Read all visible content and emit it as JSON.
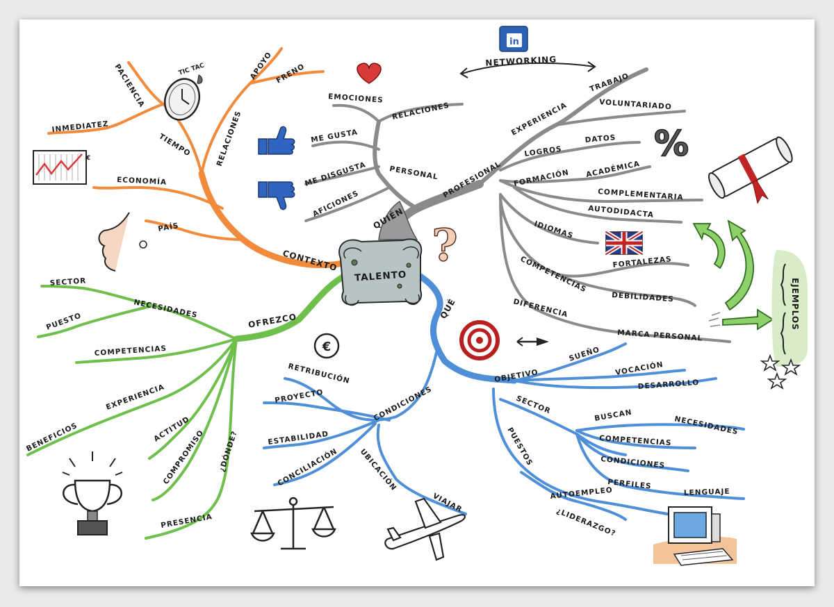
{
  "center": {
    "label": "TALENTO"
  },
  "colors": {
    "orange": "#f28a3c",
    "gray": "#8a8a8a",
    "green": "#6fbf4c",
    "blue": "#4f8fd8",
    "red": "#d93a3a"
  },
  "top": {
    "networking": "NETWORKING",
    "linkedin": "in"
  },
  "quien": {
    "label": "QUIÉN",
    "personal": "PERSONAL",
    "emociones": "EMOCIONES",
    "relaciones": "RELACIONES",
    "me_gusta": "ME GUSTA",
    "me_disgusta": "ME DISGUSTA",
    "aficiones": "AFICIONES",
    "profesional": "PROFESIONAL",
    "experiencia": "EXPERIENCIA",
    "trabajo": "TRABAJO",
    "voluntariado": "VOLUNTARIADO",
    "logros": "LOGROS",
    "datos": "DATOS",
    "formacion": "FORMACIÓN",
    "academica": "ACADÉMICA",
    "complementaria": "COMPLEMENTARIA",
    "autodidacta": "AUTODIDACTA",
    "idiomas": "IDIOMAS",
    "competencias": "COMPETENCIAS",
    "fortalezas": "FORTALEZAS",
    "debilidades": "DEBILIDADES",
    "diferencia": "DIFERENCIA",
    "marca_personal": "MARCA PERSONAL",
    "ejemplos": "EJEMPLOS",
    "percent": "%"
  },
  "contexto": {
    "label": "CONTEXTO",
    "pais": "PAÍS",
    "economia": "ECONOMÍA",
    "tiempo": "TIEMPO",
    "paciencia": "PACIENCIA",
    "inmediatez": "INMEDIATEZ",
    "relaciones": "RELACIONES",
    "apoyo": "APOYO",
    "freno": "FRENO",
    "tic_tac": "TIC TAC",
    "euro_small": "€"
  },
  "ofrezco": {
    "label": "OFREZCO",
    "necesidades": "NECESIDADES",
    "sector": "SECTOR",
    "puesto": "PUESTO",
    "competencias": "COMPETENCIAS",
    "experiencia": "EXPERIENCIA",
    "beneficios": "BENEFICIOS",
    "actitud": "ACTITUD",
    "compromiso": "COMPROMISO",
    "donde": "¿DÓNDE?",
    "presencia": "PRESENCIA"
  },
  "que": {
    "label": "QUÉ",
    "question": "?",
    "objetivo": "OBJETIVO",
    "sueno": "SUEÑO",
    "vocacion": "VOCACIÓN",
    "desarrollo": "DESARROLLO",
    "condiciones": "CONDICIONES",
    "retribucion": "RETRIBUCIÓN",
    "proyecto": "PROYECTO",
    "estabilidad": "ESTABILIDAD",
    "conciliacion": "CONCILIACIÓN",
    "ubicacion": "UBICACIÓN",
    "viajar": "VIAJAR",
    "euro": "€",
    "puestos": "PUESTOS",
    "sector": "SECTOR",
    "buscan": "BUSCAN",
    "necesidades": "NECESIDADES",
    "competencias": "COMPETENCIAS",
    "condiciones2": "CONDICIONES",
    "perfiles": "PERFILES",
    "lenguaje": "LENGUAJE",
    "autoempleo": "AUTOEMPLEO",
    "liderazgo": "¿LIDERAZGO?"
  }
}
